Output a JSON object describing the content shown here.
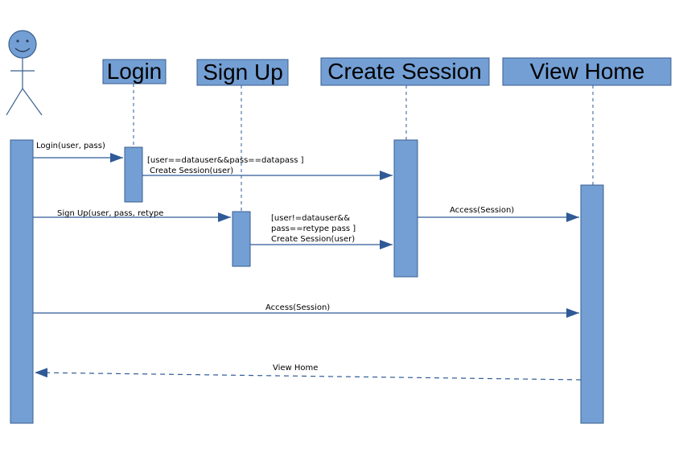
{
  "colors": {
    "fill": "#739fd4",
    "stroke": "#3a5f8f",
    "line": "#2f5a96",
    "text": "#000000",
    "background": "#ffffff"
  },
  "actor": {
    "icon": "stick-figure-icon"
  },
  "lifelines": [
    {
      "id": "login",
      "label": "Login"
    },
    {
      "id": "signup",
      "label": "Sign Up"
    },
    {
      "id": "session",
      "label": "Create Session"
    },
    {
      "id": "home",
      "label": "View Home"
    }
  ],
  "messages": {
    "login_call": "Login(user, pass)",
    "login_cond_1": "[user==datauser&&pass==datapass ]",
    "login_cond_2": "Create Session(user)",
    "signup_call": "Sign Up(user, pass, retype",
    "signup_cond_1": "[user!=datauser&&",
    "signup_cond_2": "pass==retype pass ]",
    "signup_cond_3": "Create Session(user)",
    "session_access": "Access(Session)",
    "user_access": "Access(Session)",
    "view_home": "View Home"
  }
}
